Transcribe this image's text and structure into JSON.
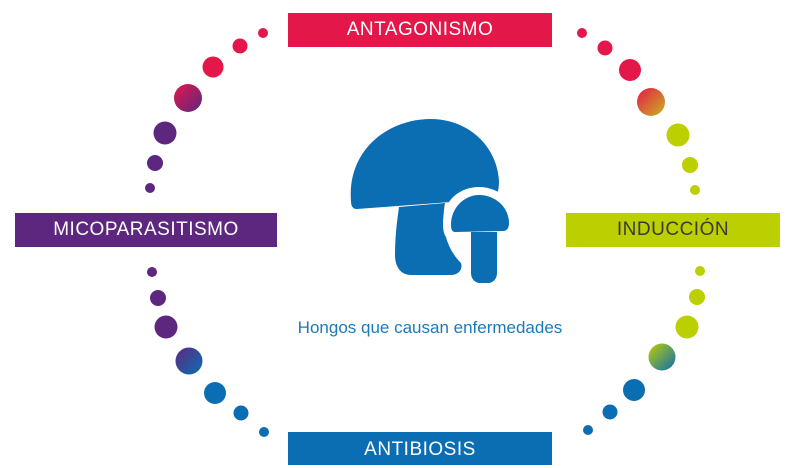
{
  "colors": {
    "red": "#e4174a",
    "purple": "#5d2780",
    "green": "#bccf00",
    "blue": "#0c6eb2",
    "text_blue": "#1b7ab8",
    "white": "#ffffff"
  },
  "labels": {
    "top": "ANTAGONISMO",
    "left": "MICOPARASITISMO",
    "right": "INDUCCIÓN",
    "bottom": "ANTIBIOSIS"
  },
  "center": {
    "icon": "mushroom-icon",
    "caption": "Hongos que causan enfermedades"
  }
}
